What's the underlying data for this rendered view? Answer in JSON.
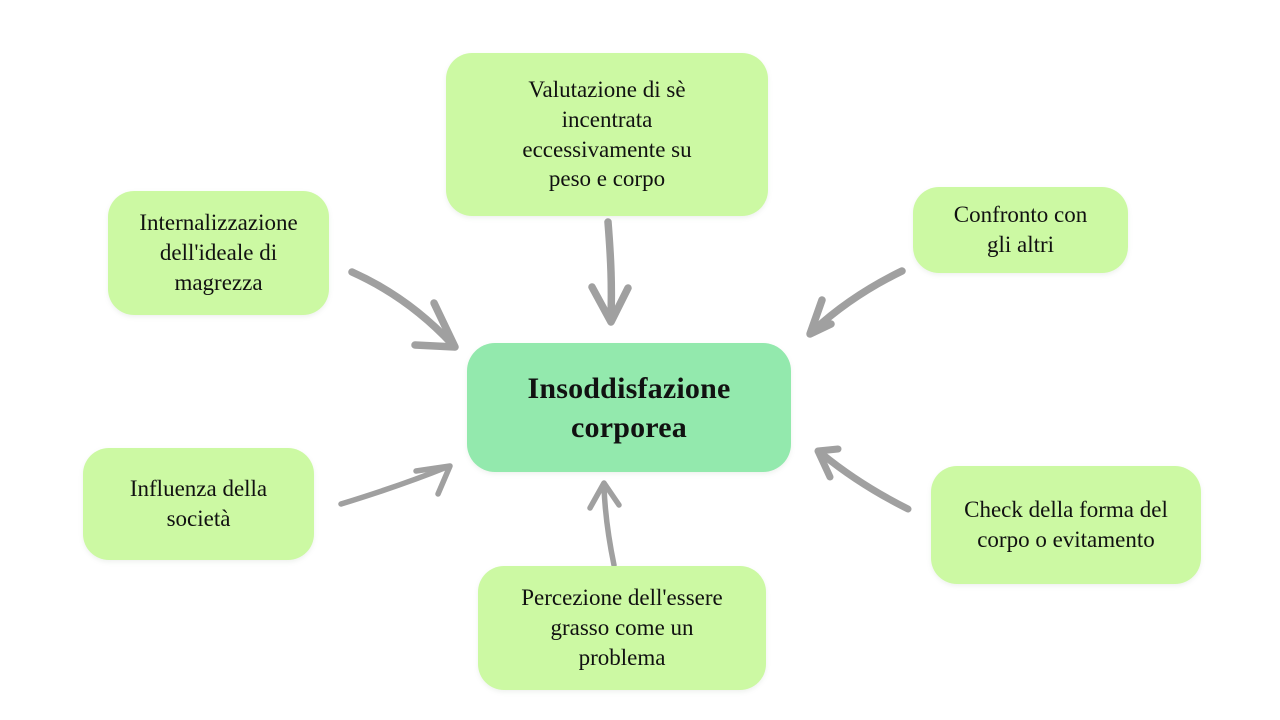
{
  "diagram": {
    "type": "mind-map",
    "title_node": "Insoddisfazione corporea",
    "language": "it",
    "background_color": "#FFFFFF",
    "central_node_color": "#93E9AD",
    "peripheral_node_color": "#CCF9A3",
    "arrow_color": "#A0A0A0",
    "text_color": "#111111"
  },
  "center": {
    "label": "Insoddisfazione\ncorporea"
  },
  "nodes": [
    {
      "id": "valutazione",
      "label": "Valutazione di sè\nincentrata\neccessivamente su\npeso e corpo"
    },
    {
      "id": "internalizzazione",
      "label": "Internalizzazione\ndell'ideale di\nmagrezza"
    },
    {
      "id": "confronto",
      "label": "Confronto con\ngli altri"
    },
    {
      "id": "influenza",
      "label": "Influenza della\nsocietà"
    },
    {
      "id": "check",
      "label": "Check della forma del\ncorpo o evitamento"
    },
    {
      "id": "percezione",
      "label": "Percezione dell'essere\ngrasso come un\nproblema"
    }
  ],
  "connections": [
    {
      "id": "arrow-internalizzazione-to-center",
      "from": "internalizzazione",
      "to": "center"
    },
    {
      "id": "arrow-valutazione-to-center",
      "from": "valutazione",
      "to": "center"
    },
    {
      "id": "arrow-confronto-to-center",
      "from": "confronto",
      "to": "center"
    },
    {
      "id": "arrow-influenza-to-center",
      "from": "influenza",
      "to": "center"
    },
    {
      "id": "arrow-percezione-to-center",
      "from": "percezione",
      "to": "center"
    },
    {
      "id": "arrow-check-to-center",
      "from": "check",
      "to": "center"
    }
  ]
}
